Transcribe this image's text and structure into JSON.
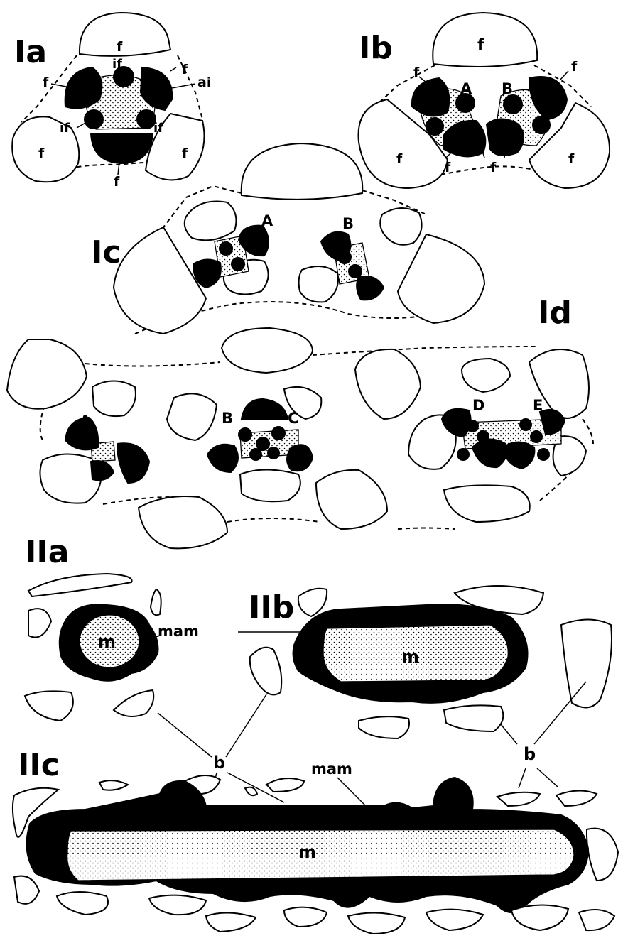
{
  "panels": {
    "Ia": "Ia",
    "Ib": "Ib",
    "Ic": "Ic",
    "Id": "Id",
    "IIa": "IIa",
    "IIb": "IIb",
    "IIc": "IIc"
  },
  "labels": {
    "f": "f",
    "if": "if",
    "ai": "ai",
    "A": "A",
    "B": "B",
    "C": "C",
    "D": "D",
    "E": "E",
    "m": "m",
    "mam": "mam",
    "b": "b"
  }
}
